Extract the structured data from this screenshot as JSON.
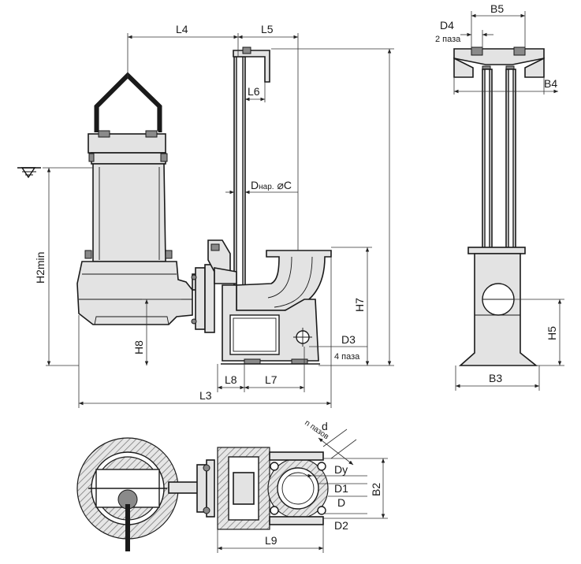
{
  "labels": {
    "L4": "L4",
    "L5": "L5",
    "L6": "L6",
    "D_nar_prefix": "D",
    "D_nar_sub": "нар.",
    "D_nar_suffix": " ⌀C",
    "H2min": "H2min",
    "H7": "H7",
    "H8": "H8",
    "D3": "D3",
    "D3_note": "4 паза",
    "L8": "L8",
    "L7": "L7",
    "L3": "L3",
    "D4": "D4",
    "D4_note": "2 паза",
    "B5": "B5",
    "B4": "B4",
    "H5": "H5",
    "B3": "B3",
    "d": "d",
    "d_note": "n пазов",
    "Dy": "Dy",
    "D1": "D1",
    "D": "D",
    "D2": "D2",
    "B2": "B2",
    "L9": "L9"
  },
  "symbols": {
    "water_level": "water-level-icon",
    "arrow": "dimension-arrow"
  },
  "colors": {
    "line": "#1a1a1a",
    "body_fill": "#e3e3e3",
    "detail_fill": "#8a8a8a"
  }
}
